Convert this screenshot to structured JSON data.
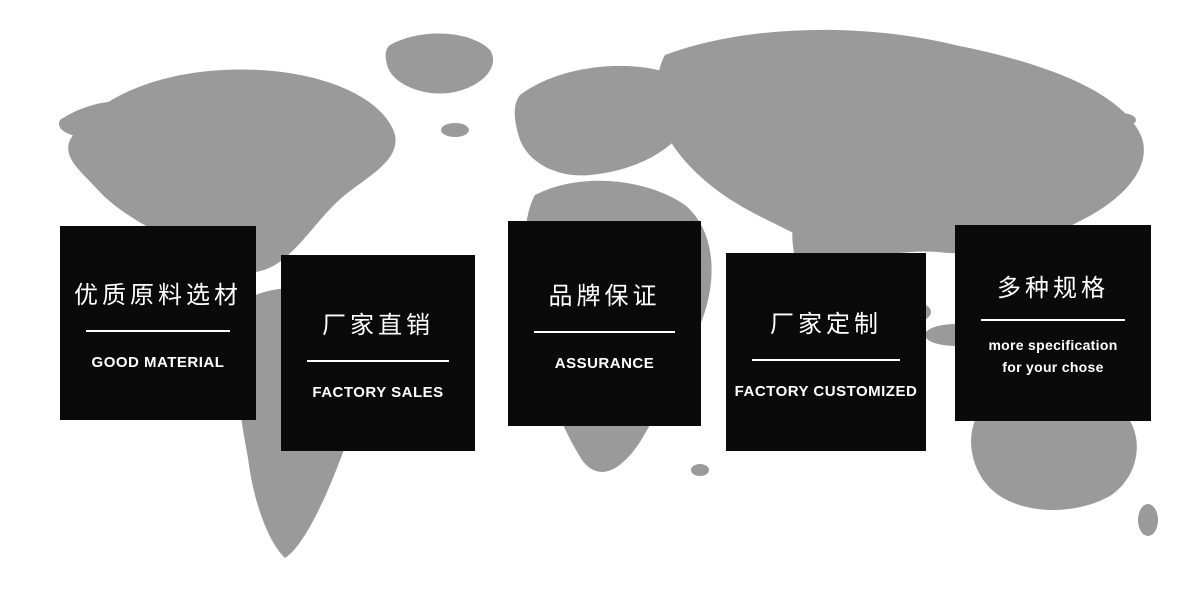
{
  "canvas": {
    "background_color": "#ffffff",
    "map_color": "#9a9a9a",
    "card_background": "#0a0a0a",
    "card_text_color": "#ffffff"
  },
  "cards": [
    {
      "title_zh": "优质原料选材",
      "subtitle_en": "GOOD MATERIAL"
    },
    {
      "title_zh": "厂家直销",
      "subtitle_en": "FACTORY SALES"
    },
    {
      "title_zh": "品牌保证",
      "subtitle_en": "ASSURANCE"
    },
    {
      "title_zh": "厂家定制",
      "subtitle_en": "FACTORY CUSTOMIZED"
    },
    {
      "title_zh": "多种规格",
      "subtitle_en_line1": "more specification",
      "subtitle_en_line2": "for your chose"
    }
  ]
}
